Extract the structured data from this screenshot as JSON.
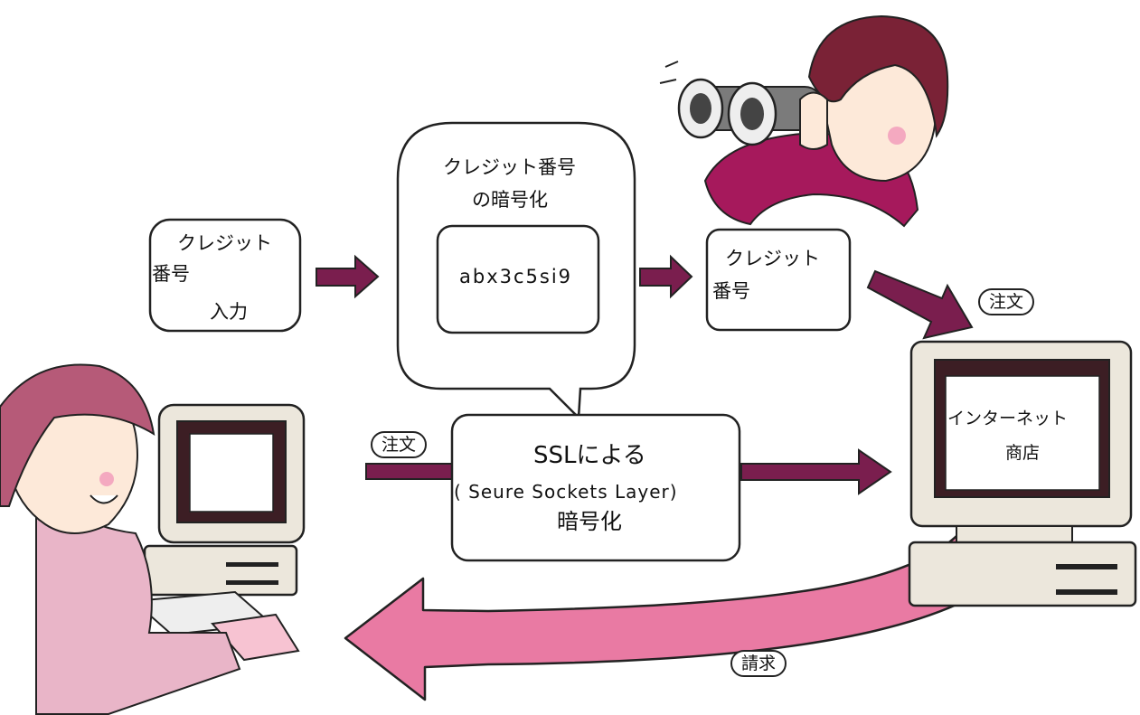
{
  "colors": {
    "arrow": "#7a1e4e",
    "billing_arrow": "#e97aa3",
    "shirt": "#a6195c",
    "skin": "#fde9d9",
    "hair_girl": "#b65a78",
    "hair_boy": "#7a2236",
    "monitor": "#ece7dc",
    "screen": "#3c1e24"
  },
  "icons": {
    "spy": "boy-with-binoculars-icon",
    "customer": "girl-at-computer-icon",
    "shop": "shop-computer-icon"
  },
  "input_box": {
    "line1": "クレジット",
    "line2": "番号",
    "line3": "入力"
  },
  "bubble": {
    "title1": "クレジット番号",
    "title2": "の暗号化",
    "cipher": "abx3c5si9"
  },
  "intercepted_box": {
    "line1": "クレジット",
    "line2": "番号"
  },
  "ssl_box": {
    "line1": "SSLによる",
    "line2": "( Seure Sockets Layer)",
    "line3": "暗号化"
  },
  "order_label_left": "注文",
  "order_label_right": "注文",
  "billing_label": "請求",
  "shop_screen": {
    "line1": "インターネット",
    "line2": "商店"
  }
}
